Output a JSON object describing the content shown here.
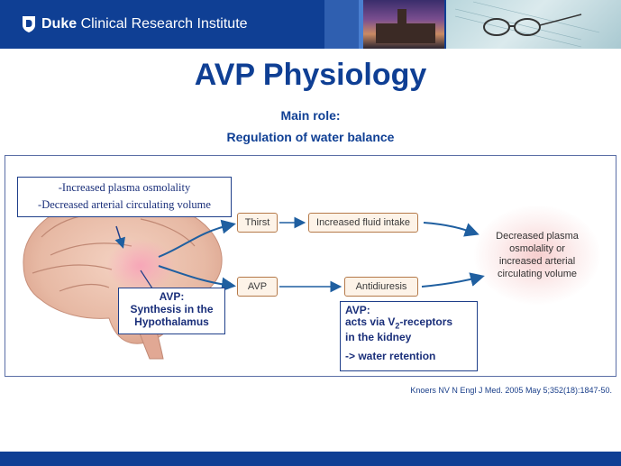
{
  "header": {
    "org_bold": "Duke",
    "org_rest": " Clinical Research Institute"
  },
  "slide": {
    "title": "AVP Physiology",
    "subtitle_line1": "Main role:",
    "subtitle_line2": "Regulation  of water balance"
  },
  "figure": {
    "stimuli": [
      "-Increased plasma osmolality",
      "-Decreased arterial circulating volume"
    ],
    "hypothalamus_callout": [
      "AVP:",
      "Synthesis in the",
      "Hypothalamus"
    ],
    "nodes": {
      "thirst": "Thirst",
      "fluid_intake": "Increased fluid intake",
      "avp": "AVP",
      "antidiuresis": "Antidiuresis"
    },
    "outcome": [
      "Decreased plasma",
      "osmolality or",
      "increased arterial",
      "circulating volume"
    ],
    "kidney_callout": {
      "line1": "AVP:",
      "line2_pre": "acts via V",
      "line2_sub": "2",
      "line2_post": "-receptors",
      "line3": "in the kidney",
      "line4": "-> water retention"
    }
  },
  "citation": "Knoers NV N Engl J Med. 2005 May 5;352(18):1847-50.",
  "colors": {
    "brand_blue": "#0f3f94",
    "node_border": "#b57a4a",
    "arrow_blue": "#1f5fa0"
  }
}
